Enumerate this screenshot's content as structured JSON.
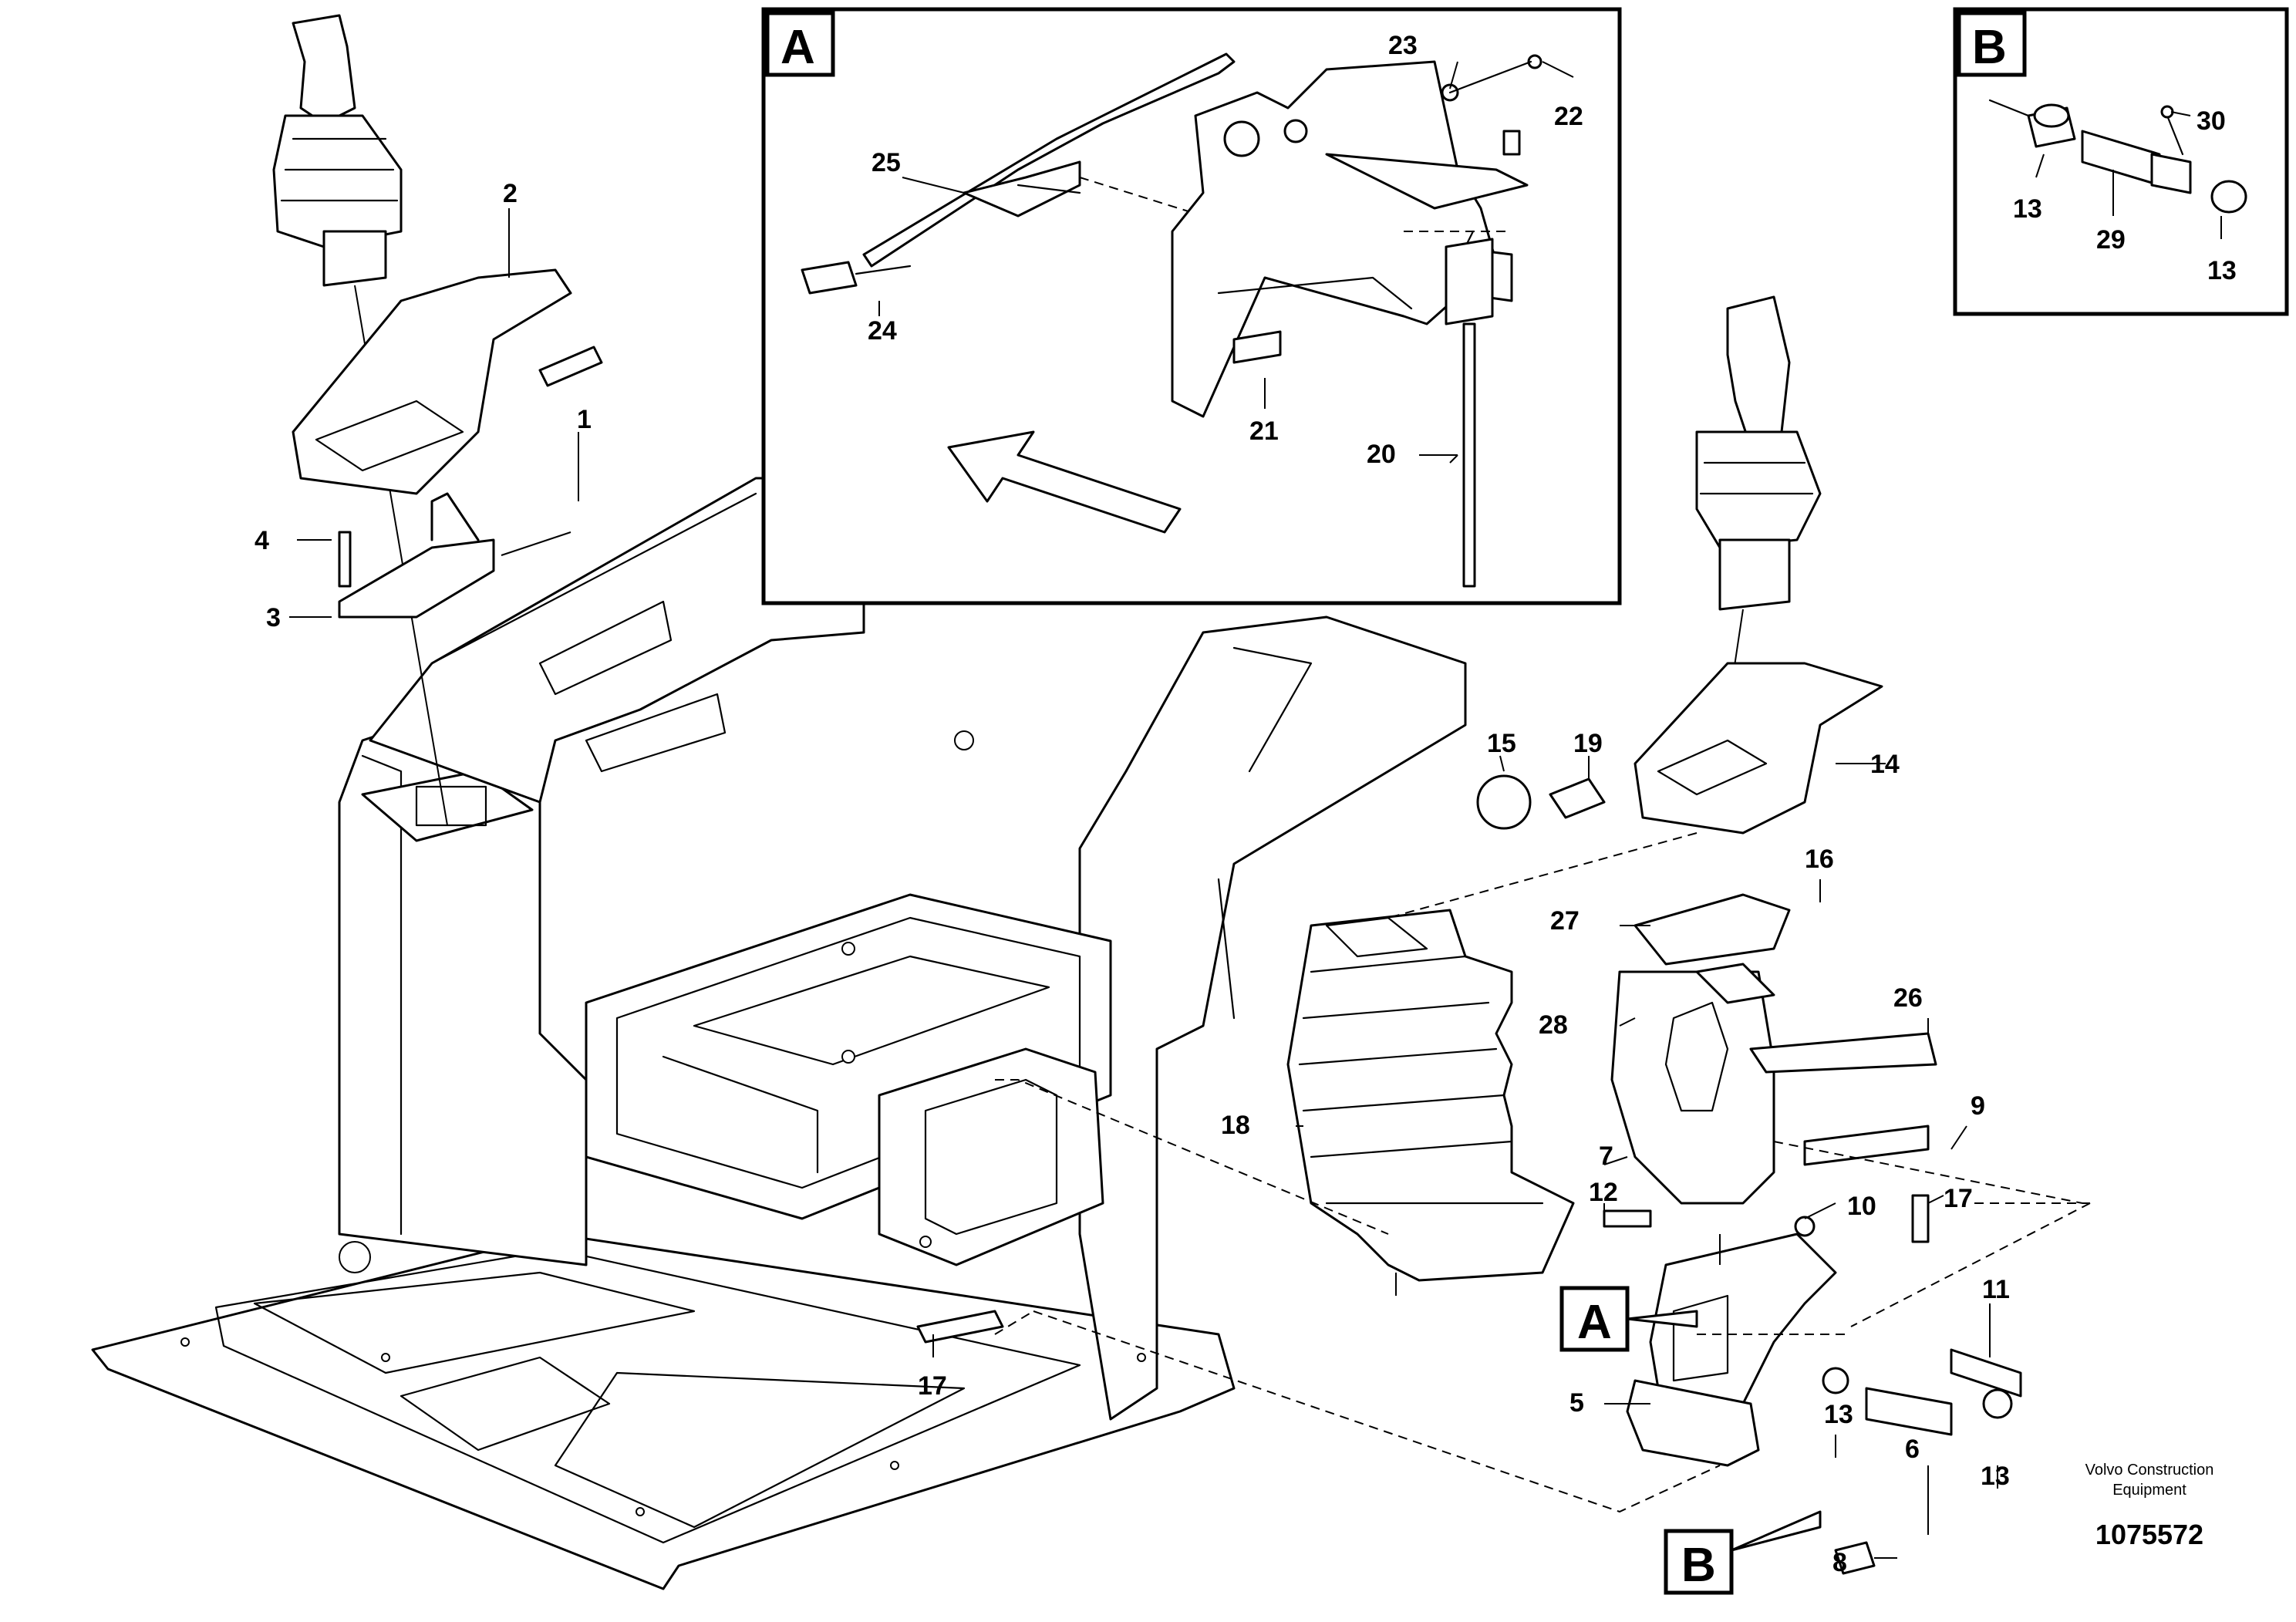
{
  "detail_views": {
    "A": {
      "label": "A"
    },
    "B": {
      "label": "B"
    }
  },
  "callouts": {
    "a_on_floor": "A",
    "b_on_floor": "B"
  },
  "part_numbers": {
    "p1": "1",
    "p2": "2",
    "p3": "3",
    "p4": "4",
    "p5": "5",
    "p6": "6",
    "p7": "7",
    "p8": "8",
    "p9": "9",
    "p10": "10",
    "p11": "11",
    "p12": "12",
    "p13_main_top": "13",
    "p13_main_right": "13",
    "p14": "14",
    "p15": "15",
    "p16": "16",
    "p17_right": "17",
    "p17_floor": "17",
    "p18": "18",
    "p19": "19",
    "p20": "20",
    "p21": "21",
    "p22": "22",
    "p23": "23",
    "p24": "24",
    "p25": "25",
    "p26": "26",
    "p27": "27",
    "p28": "28",
    "p13_b_left": "13",
    "p13_b_right": "13",
    "p29": "29",
    "p30": "30"
  },
  "footer": {
    "company_line1": "Volvo Construction",
    "company_line2": "Equipment",
    "drawing_number": "1075572"
  }
}
